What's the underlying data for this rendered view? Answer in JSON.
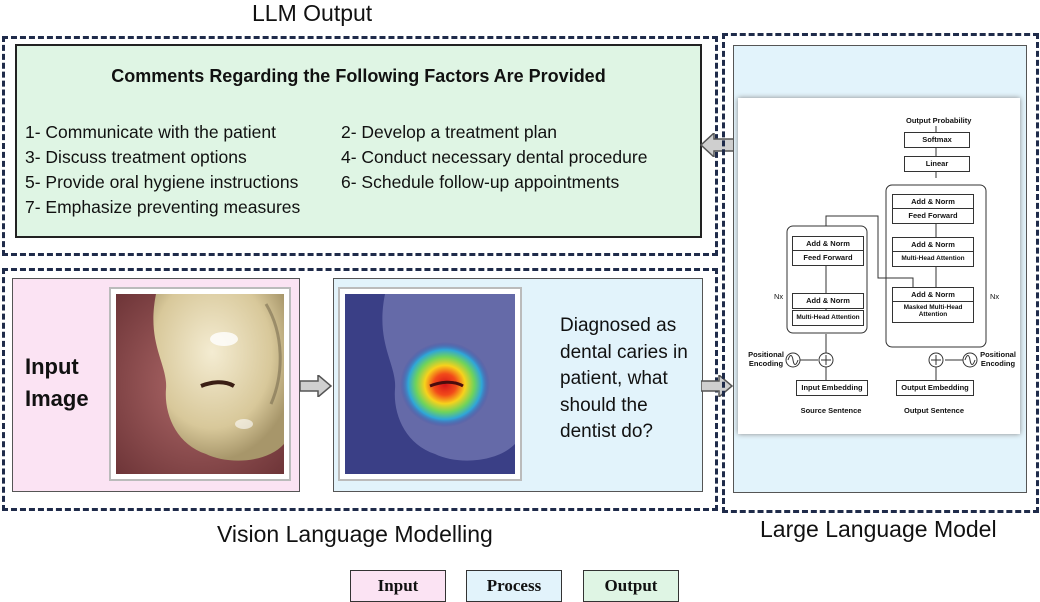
{
  "captions": {
    "llm_output": "LLM Output",
    "vision": "Vision Language Modelling",
    "llm": "Large Language Model"
  },
  "llm_output": {
    "heading": "Comments Regarding the Following Factors Are Provided",
    "items": [
      "1- Communicate with the patient",
      "2- Develop a treatment plan",
      "3- Discuss treatment options",
      "4- Conduct necessary dental procedure",
      "5- Provide oral hygiene instructions",
      "6- Schedule follow-up appointments",
      "7- Emphasize preventing measures"
    ]
  },
  "vision": {
    "input_label_line1": "Input",
    "input_label_line2": "Image",
    "question": "Diagnosed as dental caries in patient, what should the dentist do?"
  },
  "transformer": {
    "output_probability": "Output Probability",
    "softmax": "Softmax",
    "linear": "Linear",
    "add_norm": "Add & Norm",
    "feed_forward": "Feed Forward",
    "multi_head_attention": "Multi-Head Attention",
    "masked_multi_head_attention": "Masked Multi-Head Attention",
    "positional_encoding": "Positional Encoding",
    "input_embedding": "Input Embedding",
    "output_embedding": "Output Embedding",
    "source_sentence": "Source Sentence",
    "output_sentence": "Output Sentence",
    "nx": "Nx"
  },
  "legend": {
    "input": "Input",
    "process": "Process",
    "output": "Output"
  },
  "colors": {
    "input": "#fbe3f3",
    "process": "#e2f3fb",
    "output": "#dff5e4",
    "border": "#1f2b4a"
  }
}
